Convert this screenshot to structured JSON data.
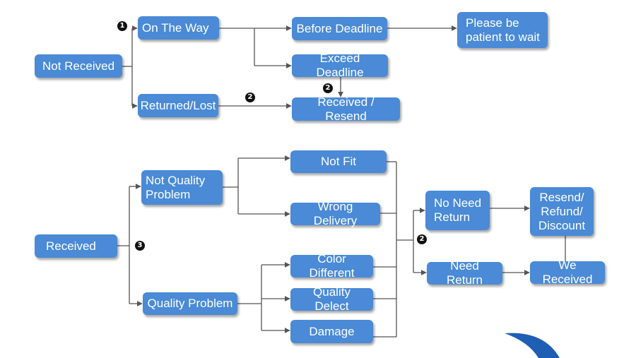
{
  "colors": {
    "node_fill": "#4a8ad6",
    "node_text": "#ffffff",
    "line": "#555555",
    "badge": "#111111",
    "decor": "#1f5fb3"
  },
  "nodes": {
    "not_received": "Not   Received",
    "on_the_way": "On The Way",
    "returned_lost": "Returned/Lost",
    "before_deadline": "Before Deadline",
    "exceed_deadline": "Exceed Deadline",
    "received_resend": "Received / Resend",
    "please_wait": "Please be\npatient to wait",
    "received": "Received",
    "not_quality_problem": "Not   Quality\nProblem",
    "quality_problem": "Quality Problem",
    "not_fit": "Not Fit",
    "wrong_delivery": "Wrong Delivery",
    "color_different": "Color Different",
    "quality_delect": "Quality Delect",
    "damage": "Damage",
    "no_need_return": "No Need\nReturn",
    "need_return": "Need Return",
    "resend_refund_discount": "Resend/\nRefund/\nDiscount",
    "we_received": "We Received"
  },
  "badges": {
    "one": "1",
    "two": "2",
    "three": "3"
  }
}
